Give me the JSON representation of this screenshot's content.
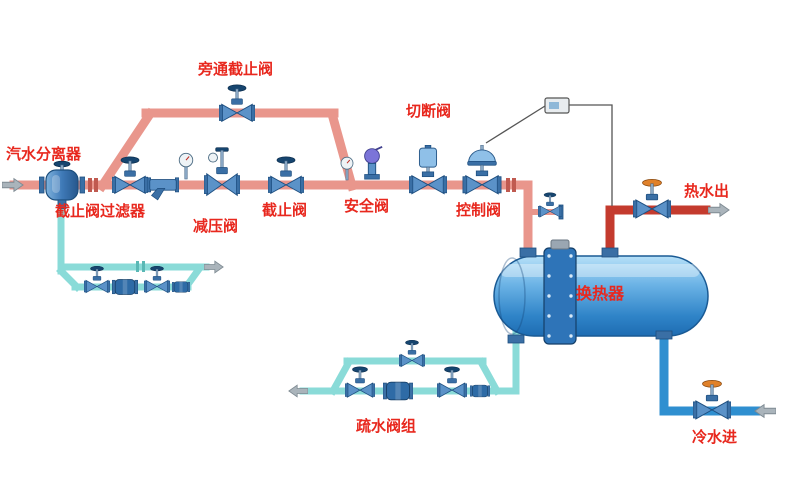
{
  "labels": {
    "separator": "汽水分离器",
    "bypass_stop_valve": "旁通截止阀",
    "stop_valve_strainer": "截止阀过滤器",
    "pressure_reducing_valve": "减压阀",
    "stop_valve": "截止阀",
    "safety_valve": "安全阀",
    "shutoff_valve": "切断阀",
    "control_valve": "控制阀",
    "heat_exchanger": "换热器",
    "hot_water_out": "热水出",
    "trap_group": "疏水阀组",
    "cold_water_in": "冷水进"
  },
  "colors": {
    "steam_pipe": "#e9968c",
    "condensate_pipe": "#8adbd8",
    "cold_water_pipe": "#2f8fd0",
    "hot_water_pipe": "#c43b2e",
    "label_text": "#e8281e",
    "valve_blue": "#5b92c8",
    "wheel_orange": "#e0812a",
    "arrow_grey": "#aab4bb"
  }
}
